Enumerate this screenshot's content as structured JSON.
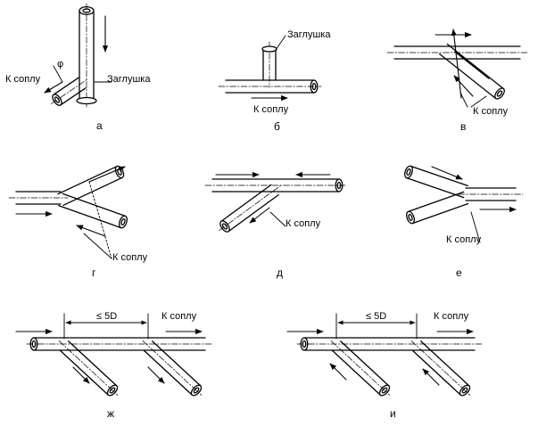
{
  "labels": {
    "to_nozzle": "К соплу",
    "plug": "Заглушка",
    "angle": "φ",
    "spacing": "≤ 5D"
  },
  "captions": {
    "a": "а",
    "b": "б",
    "v": "в",
    "g": "г",
    "d": "д",
    "e": "е",
    "zh": "ж",
    "i": "и"
  }
}
